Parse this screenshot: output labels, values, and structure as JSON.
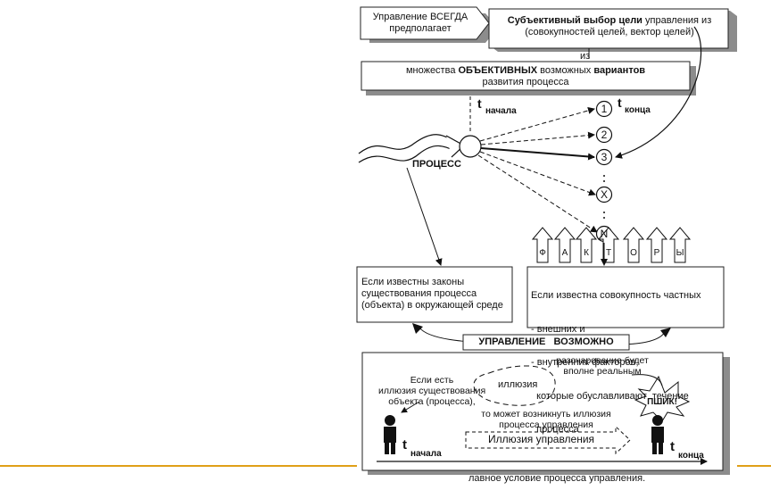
{
  "banner": {
    "left_line1": "Управление ВСЕГДА",
    "left_line2": "предполагает",
    "right_bold": "Субъективный выбор цели",
    "right_line1_rest": " управления из",
    "right_line2": "(совокупностей целей, вектор целей)"
  },
  "connector_iz": "из",
  "options": {
    "pre": "множества ",
    "bold1": "ОБЪЕКТИВНЫХ",
    "mid": " возможных ",
    "bold2": "вариантов",
    "line2": "развития процесса"
  },
  "t_start": {
    "t": "t",
    "sub": "начала"
  },
  "t_end": {
    "t": "t",
    "sub": "конца"
  },
  "outcomes": [
    "1",
    "2",
    "3",
    "X",
    "N"
  ],
  "process_label": "ПРОЦЕСС",
  "factors": [
    "Ф",
    "А",
    "К",
    "Т",
    "О",
    "Р",
    "Ы"
  ],
  "left_box": [
    "Если известны законы",
    "существования процесса",
    "(объекта) в окружающей среде"
  ],
  "right_box": [
    "Если известна совокупность частных",
    "- внешних и",
    "- внутренних факторов,",
    "  которые обуславливают  течение",
    "  процесса"
  ],
  "control_possible": "УПРАВЛЕНИЕ   ВОЗМОЖНО",
  "illusion_panel": {
    "if_text": [
      "Если есть",
      "иллюзия существования",
      "объекта (процесса),"
    ],
    "illusion_word": "иллюзия",
    "disappointment": [
      "разочарование будет",
      "вполне реальным"
    ],
    "then_text": [
      "то может возникнуть иллюзия",
      "процесса управления"
    ],
    "illusion_control": "Иллюзия управления",
    "bang": "ПШИК!",
    "t_start": {
      "t": "t",
      "sub": "начала"
    },
    "t_end": {
      "t": "t",
      "sub": "конца"
    }
  },
  "caption": "лавное условие процесса управления.",
  "colors": {
    "rule": "#e0a018",
    "shadow": "#8c8c8c",
    "banner_fill": "#ffffff"
  }
}
